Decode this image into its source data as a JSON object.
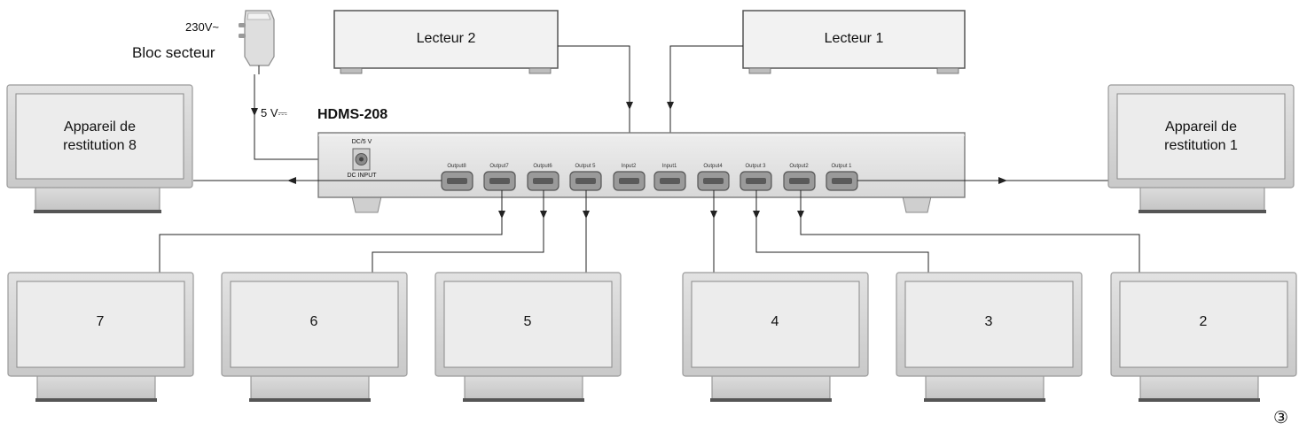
{
  "device": {
    "model": "HDMS-208",
    "dc_top_label": "DC/5 V",
    "dc_bottom_label": "DC INPUT",
    "ports": [
      "Output8",
      "Output7",
      "Output6",
      "Output 5",
      "Input2",
      "Input1",
      "Output4",
      "Output 3",
      "Output2",
      "Output 1"
    ]
  },
  "power": {
    "adapter_label": "Bloc secteur",
    "mains_voltage": "230V~",
    "output_voltage": "5 V⎓"
  },
  "sources": {
    "player2": "Lecteur 2",
    "player1": "Lecteur 1"
  },
  "displays": {
    "display8_line1": "Appareil de",
    "display8_line2": "restitution 8",
    "display1_line1": "Appareil de",
    "display1_line2": "restitution 1",
    "bottom": [
      "7",
      "6",
      "5",
      "4",
      "3",
      "2"
    ]
  },
  "figure_number": "③",
  "colors": {
    "line": "#222222",
    "bezel": "#d6d6d6",
    "bezel_edge": "#9a9a9a",
    "screen": "#ebebeb",
    "device_body": "#e4e4e4",
    "port": "#8d8d8d"
  }
}
